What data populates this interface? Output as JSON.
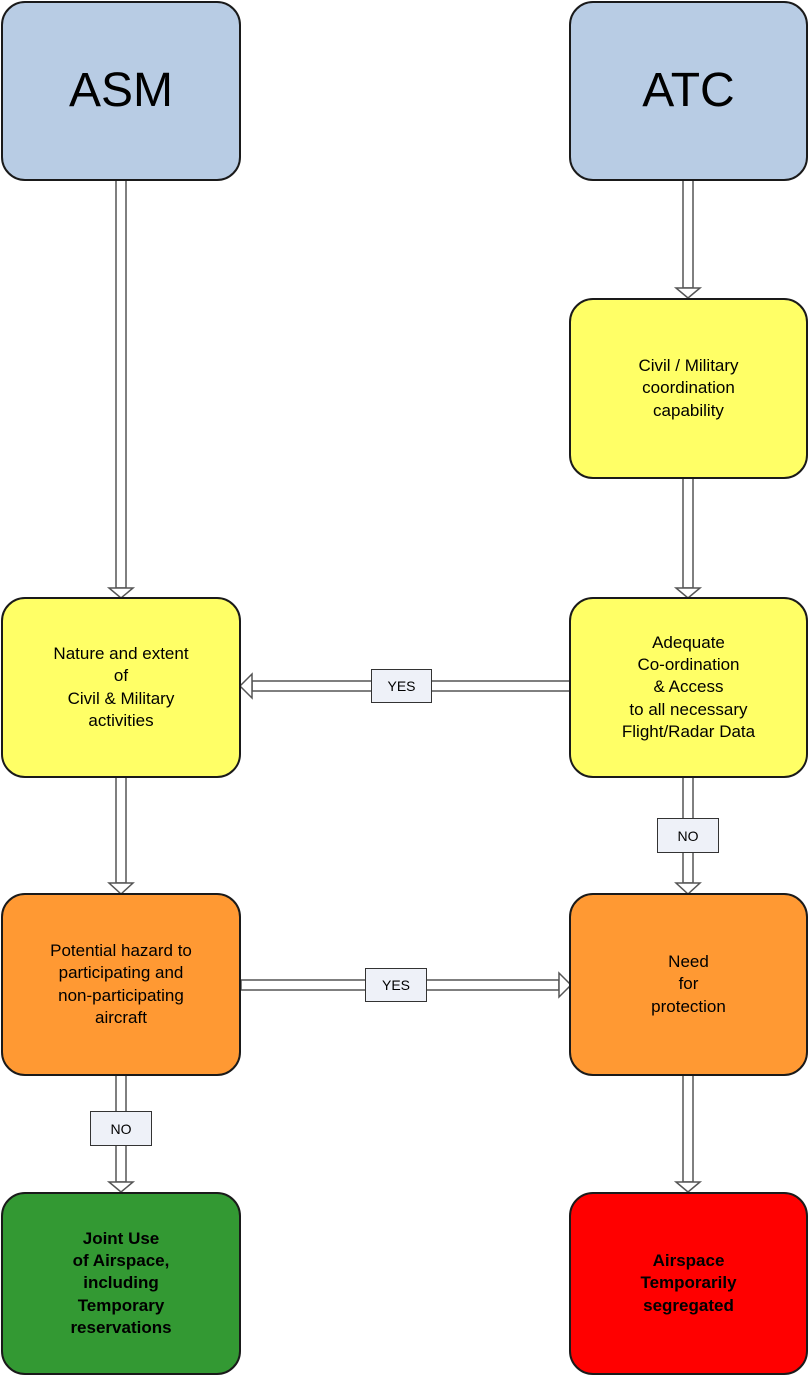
{
  "boxes": {
    "asm": "ASM",
    "atc": "ATC",
    "coordination_capability": "Civil / Military\ncoordination\ncapability",
    "nature_extent": "Nature and extent\nof\nCivil & Military\nactivities",
    "adequate_coordination": "Adequate\nCo-ordination\n& Access\nto all necessary\nFlight/Radar Data",
    "potential_hazard": "Potential hazard to\nparticipating and\nnon-participating\naircraft",
    "need_protection": "Need\nfor\nprotection",
    "joint_use": "Joint Use\nof Airspace,\nincluding\nTemporary\nreservations",
    "segregated": "Airspace\nTemporarily\nsegregated"
  },
  "labels": {
    "yes_top": "YES",
    "no_right": "NO",
    "yes_middle": "YES",
    "no_left": "NO"
  },
  "colors": {
    "title_box": "#b8cce4",
    "process_box": "#ffff66",
    "decision_box": "#ff9933",
    "joint_use_box": "#339933",
    "segregated_box": "#ff0000"
  }
}
